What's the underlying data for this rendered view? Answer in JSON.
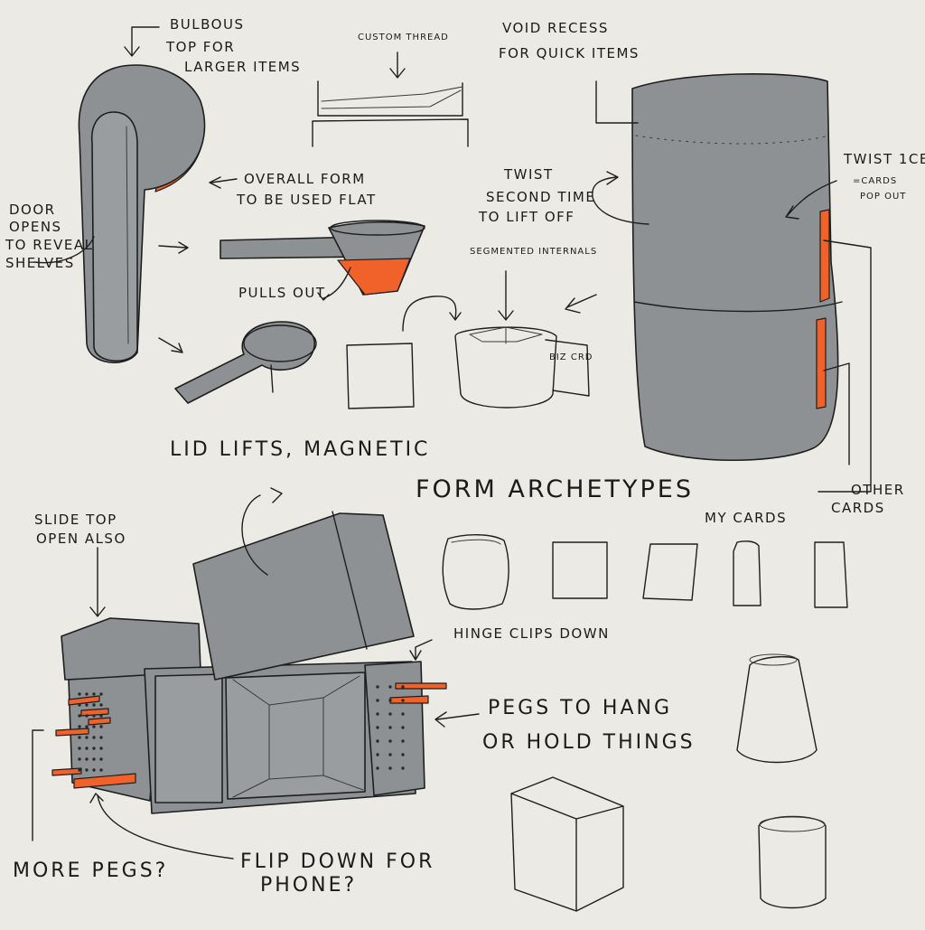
{
  "notes": {
    "bulbous_top": [
      "BULBOUS",
      "TOP FOR",
      "LARGER ITEMS"
    ],
    "custom_thread": "CUSTOM THREAD",
    "void_recess": [
      "VOID RECESS",
      "FOR QUICK ITEMS"
    ],
    "overall_form": [
      "OVERALL FORM",
      "TO BE USED FLAT"
    ],
    "door_opens": [
      "DOOR",
      "OPENS",
      "TO REVEAL",
      "SHELVES"
    ],
    "twist_second": [
      "TWIST",
      "SECOND TIME",
      "TO LIFT OFF"
    ],
    "twist_once": [
      "TWIST 1CE",
      "=CARDS",
      "POP OUT"
    ],
    "segmented": "SEGMENTED INTERNALS",
    "pulls_out": "PULLS OUT",
    "biz_card": "BIZ CRD",
    "lid_lifts": "LID LIFTS, MAGNETIC",
    "form_archetypes": "FORM ARCHETYPES",
    "other_cards": [
      "OTHER",
      "CARDS"
    ],
    "my_cards": "MY CARDS",
    "slide_top": [
      "SLIDE TOP",
      "OPEN ALSO"
    ],
    "hinge_clips": "HINGE CLIPS DOWN",
    "pegs": [
      "PEGS TO HANG",
      "OR HOLD THINGS"
    ],
    "more_pegs": "MORE PEGS?",
    "flip_down": [
      "FLIP DOWN FOR",
      "PHONE?"
    ]
  },
  "colors": {
    "paper": "#ebeae4",
    "body_grey": "#8e9193",
    "accent_orange": "#f0622a",
    "ink": "#1e1e1e"
  }
}
